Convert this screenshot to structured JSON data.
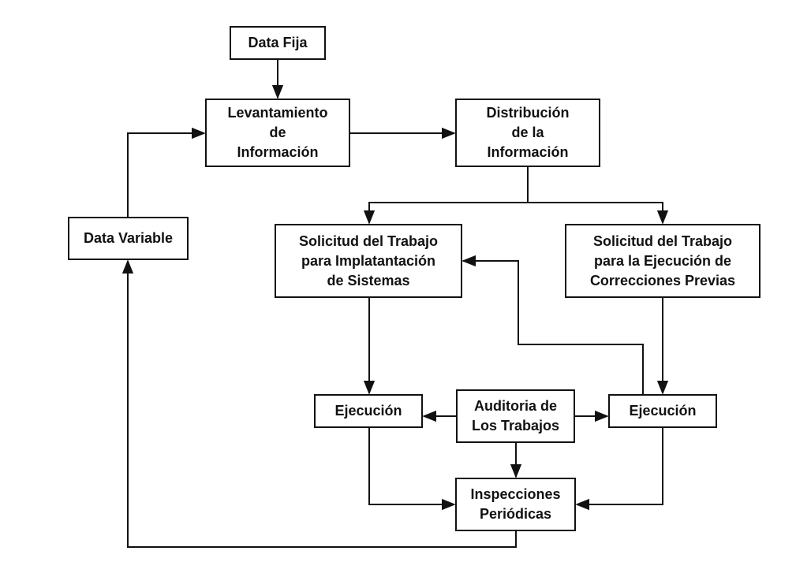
{
  "diagram": {
    "nodes": {
      "data_fija": "Data Fija",
      "levantamiento": "Levantamiento\nde\nInformación",
      "distribucion": "Distribución\nde la\nInformación",
      "data_variable": "Data Variable",
      "solicitud_implantacion": "Solicitud del Trabajo\npara Implatantación\nde Sistemas",
      "solicitud_correcciones": "Solicitud del Trabajo\npara la Ejecución de\nCorrecciones Previas",
      "ejecucion_izquierda": "Ejecución",
      "auditoria": "Auditoria de\nLos Trabajos",
      "ejecucion_derecha": "Ejecución",
      "inspecciones": "Inspecciones\nPeriódicas"
    },
    "edges": [
      {
        "from": "data_fija",
        "to": "levantamiento"
      },
      {
        "from": "levantamiento",
        "to": "distribucion"
      },
      {
        "from": "distribucion",
        "to": "solicitud_implantacion"
      },
      {
        "from": "distribucion",
        "to": "solicitud_correcciones"
      },
      {
        "from": "data_variable",
        "to": "levantamiento"
      },
      {
        "from": "solicitud_implantacion",
        "to": "ejecucion_izquierda"
      },
      {
        "from": "solicitud_correcciones",
        "to": "ejecucion_derecha"
      },
      {
        "from": "ejecucion_derecha",
        "to": "solicitud_implantacion"
      },
      {
        "from": "auditoria",
        "to": "ejecucion_izquierda"
      },
      {
        "from": "auditoria",
        "to": "ejecucion_derecha"
      },
      {
        "from": "auditoria",
        "to": "inspecciones"
      },
      {
        "from": "ejecucion_izquierda",
        "to": "inspecciones"
      },
      {
        "from": "ejecucion_derecha",
        "to": "inspecciones"
      },
      {
        "from": "inspecciones",
        "to": "data_variable"
      }
    ]
  },
  "colors": {
    "line": "#111111",
    "box_border": "#111111",
    "background": "#ffffff"
  }
}
